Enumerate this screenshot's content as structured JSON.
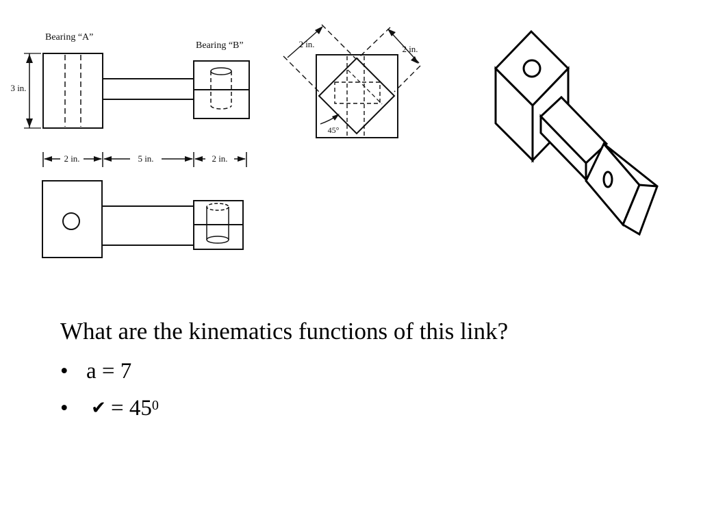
{
  "drawing": {
    "bearing_a_label": "Bearing “A”",
    "bearing_b_label": "Bearing “B”",
    "height_dim": "3 in.",
    "dim_left": "2 in.",
    "dim_middle": "5 in.",
    "dim_right": "2 in.",
    "end_view_dim_left": "2 in.",
    "end_view_dim_right": "2 in.",
    "angle_label": "45°"
  },
  "content": {
    "question": "What are the kinematics functions of this link?",
    "bullet_marker": "•",
    "bullet1": "a = 7",
    "bullet2_symbol": "✔",
    "bullet2_prefix": "= 45",
    "bullet2_superscript": "0"
  }
}
